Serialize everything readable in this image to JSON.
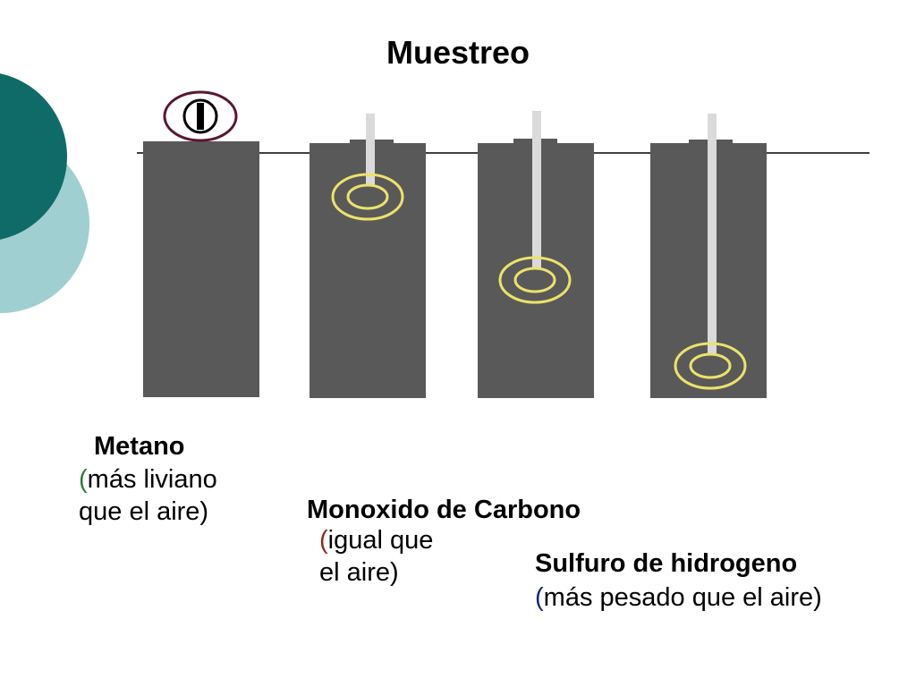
{
  "title": "Muestreo",
  "colors": {
    "teal_dark": "#0e6b67",
    "teal_light": "#9fcfd0",
    "bar": "#595959",
    "tube": "#dadada",
    "ring_yellow": "#ece26a",
    "ring_meter": "#5a1632",
    "paren_metano": "#2e7d32",
    "paren_monoxido": "#8b2e1a",
    "paren_sulfuro": "#1a237e"
  },
  "gases": [
    {
      "name": "Metano",
      "open_paren": "(",
      "desc_line1": "más liviano",
      "desc_line2": "que el aire)"
    },
    {
      "name": "Monoxido de Carbono",
      "open_paren": "(",
      "desc_line1": "igual que",
      "desc_line2": "el aire)"
    },
    {
      "name": "Sulfuro de hidrogeno",
      "open_paren": "(",
      "desc_line1": "más pesado que el aire)"
    }
  ]
}
